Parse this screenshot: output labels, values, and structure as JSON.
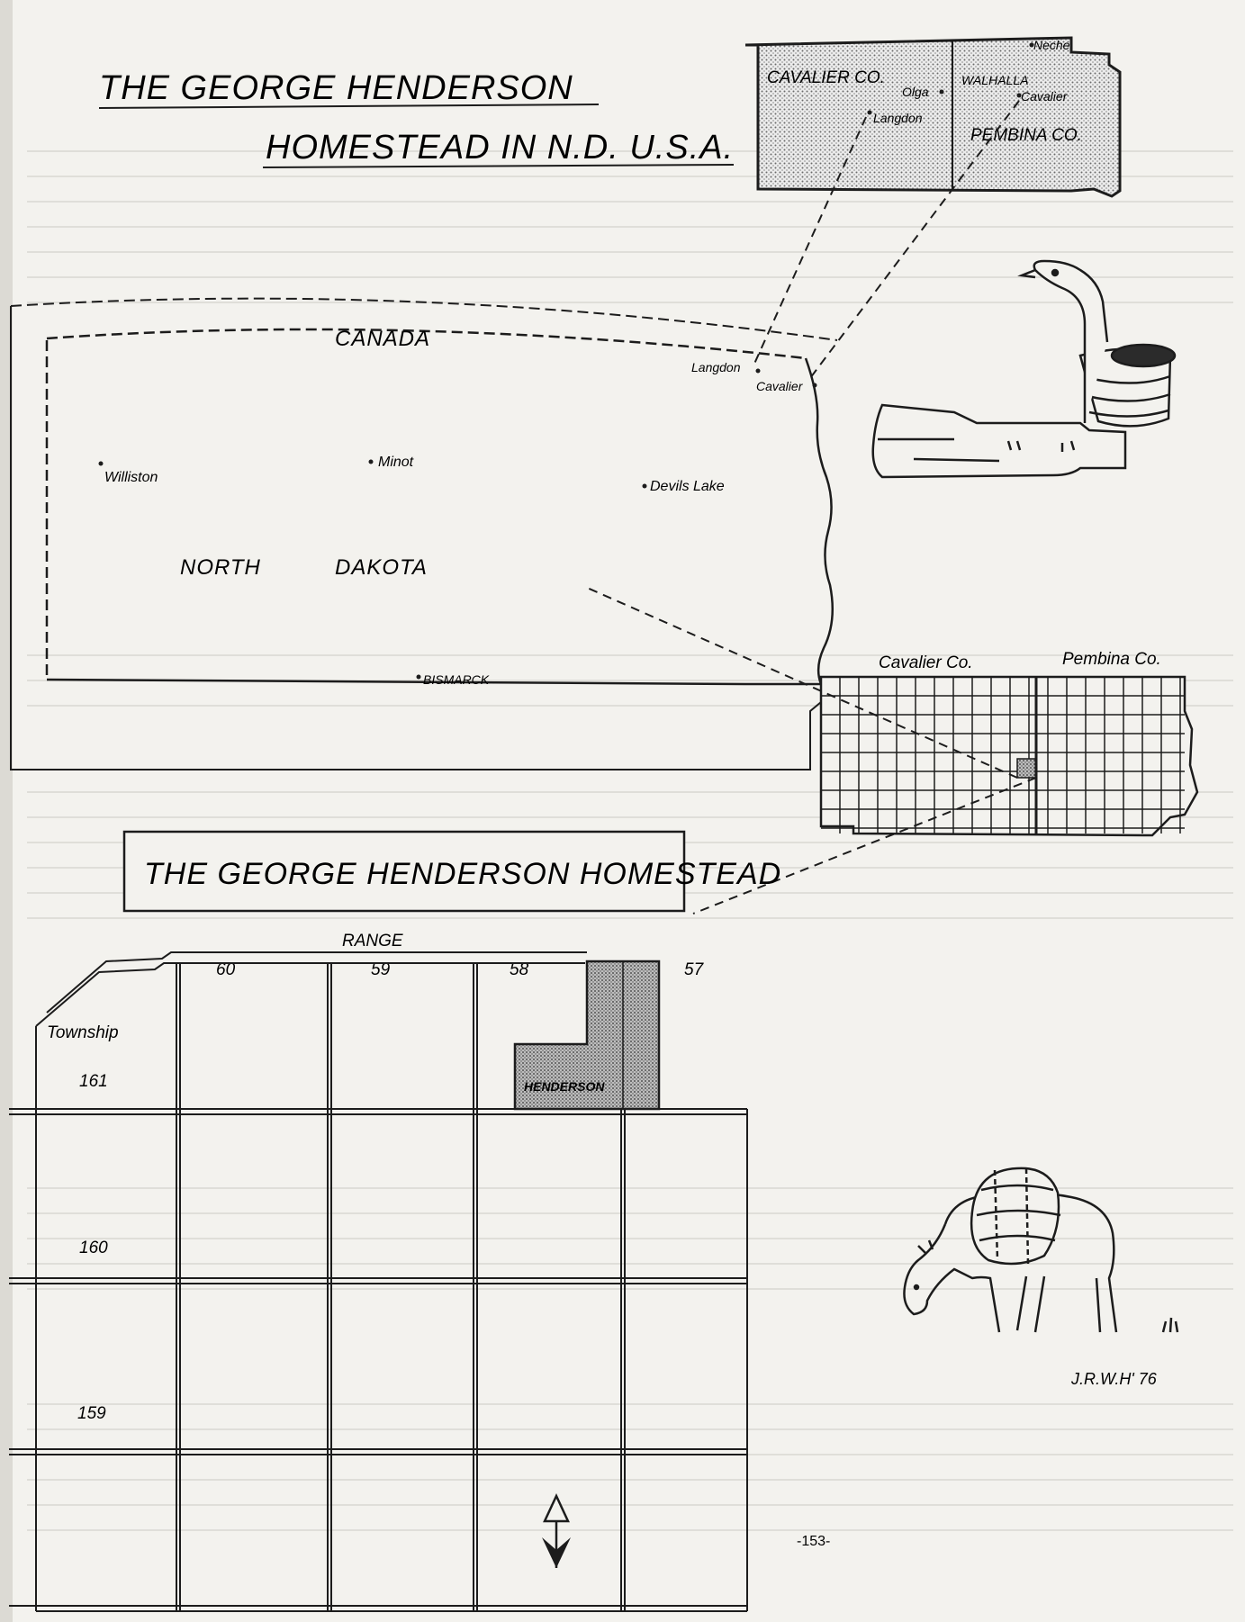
{
  "title": {
    "line1": "THE GEORGE HENDERSON",
    "line2": "HOMESTEAD IN N.D. U.S.A."
  },
  "inset": {
    "cavalier": "CAVALIER CO.",
    "pembina": "PEMBINA CO.",
    "walhalla": "WALHALLA",
    "olga": "Olga",
    "langdon": "Langdon",
    "cavalier_town": "Cavalier",
    "neche": "Neche"
  },
  "state_map": {
    "canada": "CANADA",
    "north": "NORTH",
    "dakota": "DAKOTA",
    "williston": "Williston",
    "minot": "Minot",
    "devils_lake": "Devils Lake",
    "bismarck": "BISMARCK",
    "langdon": "Langdon",
    "cavalier": "Cavalier"
  },
  "county_grid": {
    "cavalier": "Cavalier Co.",
    "pembina": "Pembina Co."
  },
  "homestead": {
    "heading": "THE GEORGE HENDERSON HOMESTEAD",
    "range_label": "RANGE",
    "ranges": [
      "60",
      "59",
      "58",
      "57"
    ],
    "township_label": "Township",
    "townships": [
      "161",
      "160",
      "159"
    ],
    "parcel": "HENDERSON"
  },
  "signature": "J.R.W.H' 76",
  "page_number": "-153-",
  "colors": {
    "ink": "#1c1c1c",
    "paper": "#f3f2ee",
    "stipple": "#9a9a9a"
  },
  "icons": [
    "north-arrow-icon",
    "ox-cart-icon",
    "bird-pipe-icon"
  ]
}
